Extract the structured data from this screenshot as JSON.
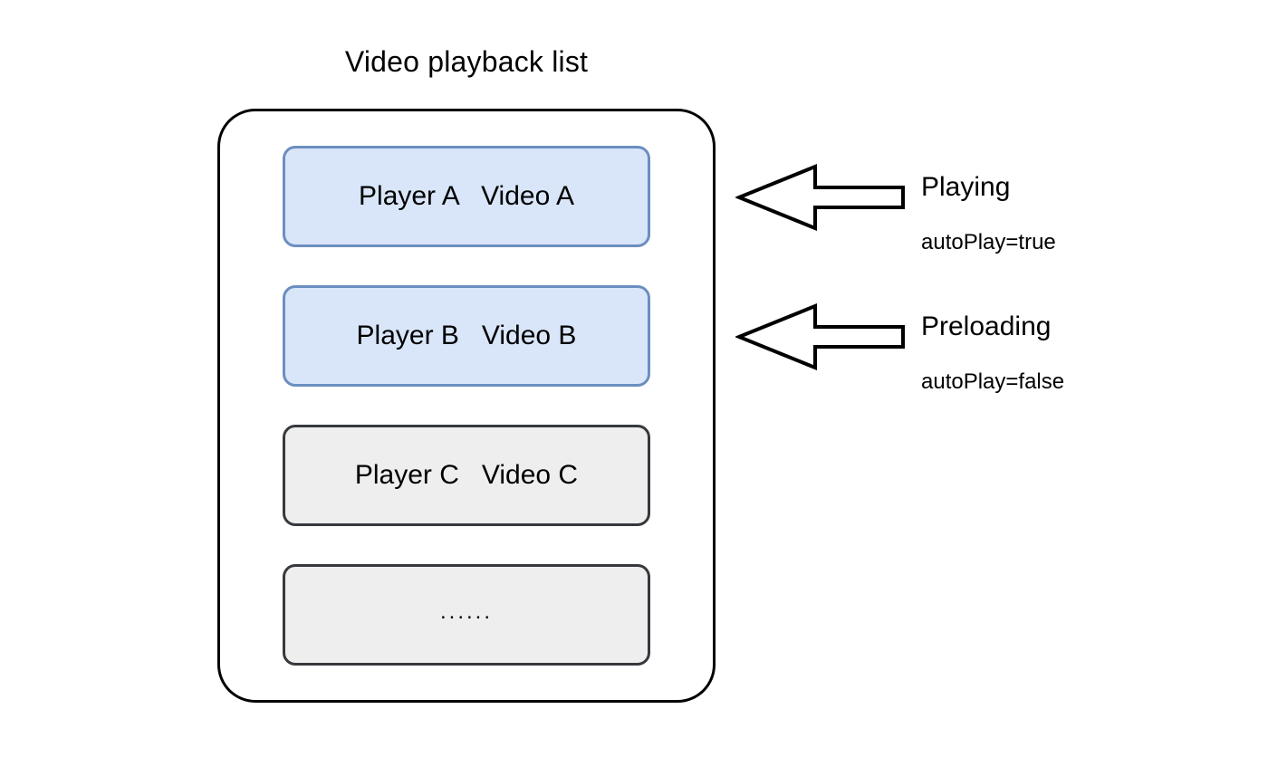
{
  "diagram": {
    "title": "Video playback list",
    "colors": {
      "active_fill": "#d9e6f9",
      "active_stroke": "#6c8ebf",
      "idle_fill": "#eeeeee",
      "idle_stroke": "#36393d",
      "container_stroke": "#000000",
      "text": "#000000",
      "background": "#ffffff"
    },
    "container": {
      "name": "video-playback-list-container"
    },
    "items": [
      {
        "label": "Player A   Video A",
        "state": "active",
        "icon": "player-row-icon"
      },
      {
        "label": "Player B   Video B",
        "state": "active",
        "icon": "player-row-icon"
      },
      {
        "label": "Player C   Video C",
        "state": "idle",
        "icon": "player-row-icon"
      },
      {
        "label": "......",
        "state": "idle",
        "icon": "ellipsis-icon"
      }
    ],
    "annotations": [
      {
        "title": "Playing",
        "subtitle": "autoPlay=true",
        "arrow_icon": "left-block-arrow-icon",
        "target_item": 0
      },
      {
        "title": "Preloading",
        "subtitle": "autoPlay=false",
        "arrow_icon": "left-block-arrow-icon",
        "target_item": 1
      }
    ]
  }
}
